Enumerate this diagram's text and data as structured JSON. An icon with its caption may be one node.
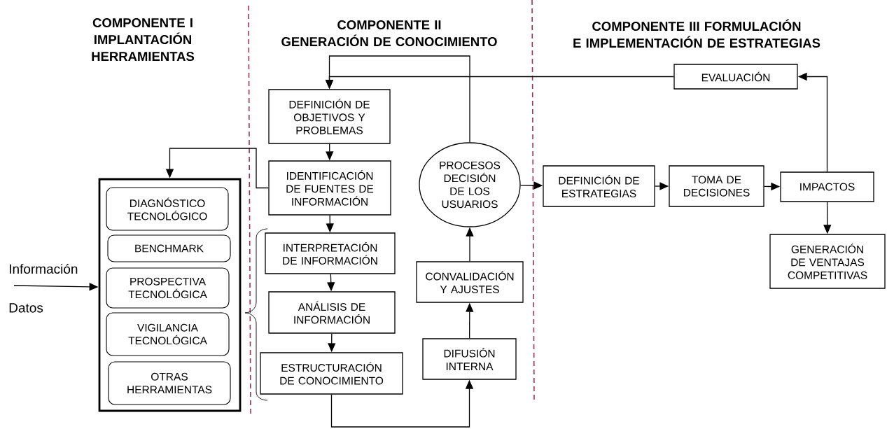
{
  "diagram": {
    "nodes": [
      {
        "text": [],
        "shape": "box"
      },
      {
        "text": [
          "DIAGNÓSTICO TECNOLÓGICO"
        ],
        "in": 0
      },
      {
        "text": [
          "BENCHMARK"
        ],
        "in": 0
      },
      {
        "text": [
          "PROSPECTIVA TECNOLÓGICA"
        ],
        "in": 0
      },
      {
        "text": [
          "VIGILANCIA TECNOLÓGICA"
        ],
        "in": 0
      },
      {
        "text": [
          "OTRAS HERRAMIENTAS"
        ],
        "in": 0
      },
      {
        "text": [
          "DEFINICIÓN DE OBJETIVOS Y PROBLEMAS"
        ]
      },
      {
        "text": [
          "IDENTIFICACIÓN DE FUENTES DE INFORMACIÓN"
        ]
      },
      {
        "text": [
          "INTERPRETACIÓN DE INFORMACIÓN"
        ]
      },
      {
        "text": [
          "ANÁLISIS DE INFORMACIÓN"
        ]
      },
      {
        "text": [
          "ESTRUCTURACIÓN DE CONOCIMIENTO"
        ]
      },
      {
        "text": [
          "DIFUSIÓN INTERNA"
        ]
      },
      {
        "text": [
          "CONVALIDACIÓN Y AJUSTES"
        ]
      },
      {
        "text": [
          "PROCESOS DECISIÓN DE LOS USUARIOS"
        ]
      },
      {
        "text": [
          "DEFINICIÓN DE ESTRATEGIAS"
        ]
      },
      {
        "text": [
          "TOMA DE DECISIONES"
        ]
      },
      {
        "text": [
          "IMPACTOS"
        ]
      },
      {
        "text": [
          "GENERACIÓN DE VENTAJAS COMPETITIVAS"
        ]
      },
      {
        "text": [
          "EVALUACIÓN"
        ]
      }
    ],
    "edges": [
      {
        "from": 6,
        "to": 7,
        "arrow": "to"
      },
      {
        "from": 7,
        "to": 8,
        "arrow": "to"
      },
      {
        "from": 8,
        "to": 9,
        "arrow": "to"
      },
      {
        "from": 9,
        "to": 10,
        "arrow": "to"
      },
      {
        "from": 10,
        "to": 11,
        "arrow": "to"
      },
      {
        "from": 11,
        "to": 12,
        "arrow": "to"
      },
      {
        "from": 12,
        "to": 13,
        "arrow": "to"
      },
      {
        "from": 13,
        "to": 14,
        "arrow": "to"
      },
      {
        "from": 14,
        "to": 15,
        "arrow": "to"
      },
      {
        "from": 15,
        "to": 16,
        "arrow": "to"
      },
      {
        "from": 16,
        "to": 17,
        "arrow": "to"
      },
      {
        "from": 16,
        "to": 18,
        "arrow": "to"
      },
      {
        "from": 18,
        "to": 6,
        "arrow": "to"
      },
      {
        "from": 13,
        "to": 6,
        "arrow": "to"
      },
      {
        "from": 7,
        "to": 0,
        "arrow": "to"
      },
      {
        "from": null,
        "to": 0,
        "arrow": "to"
      }
    ],
    "labels": [
      "COMPONENTE I IMPLANTACIÓN HERRAMIENTAS",
      "COMPONENTE II GENERACIÓN DE CONOCIMIENTO",
      "COMPONENTE III FORMULACIÓN E IMPLEMENTACIÓN DE ESTRATEGIAS",
      "Información",
      "Datos"
    ]
  }
}
